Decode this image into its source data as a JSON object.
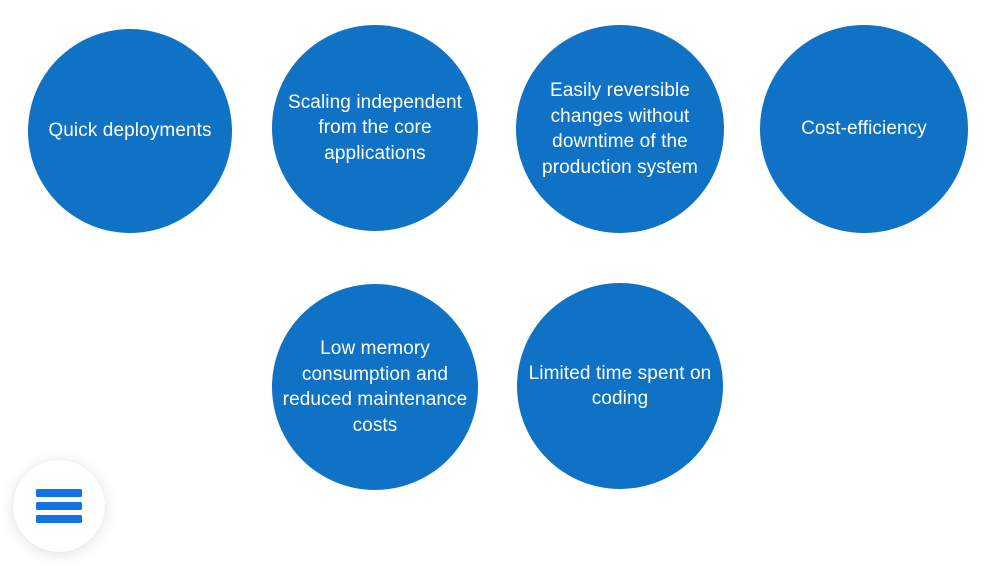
{
  "page": {
    "background_color": "#FFFFFF",
    "bubble_color": "#0F72C5",
    "bubble_text_color": "#FFFFFF",
    "accent_color": "#1273E3"
  },
  "bubbles": [
    {
      "label": "Quick deployments"
    },
    {
      "label": "Scaling independent\nfrom the core\napplications"
    },
    {
      "label": "Easily reversible\nchanges without\ndowntime of the\nproduction system"
    },
    {
      "label": "Cost-efficiency"
    },
    {
      "label": "Low memory\nconsumption and\nreduced maintenance\ncosts"
    },
    {
      "label": "Limited time spent on\ncoding"
    }
  ],
  "menu_button": {
    "icon": "hamburger-menu-icon",
    "bar_color": "#1273E3",
    "background_color": "#FFFFFF"
  }
}
